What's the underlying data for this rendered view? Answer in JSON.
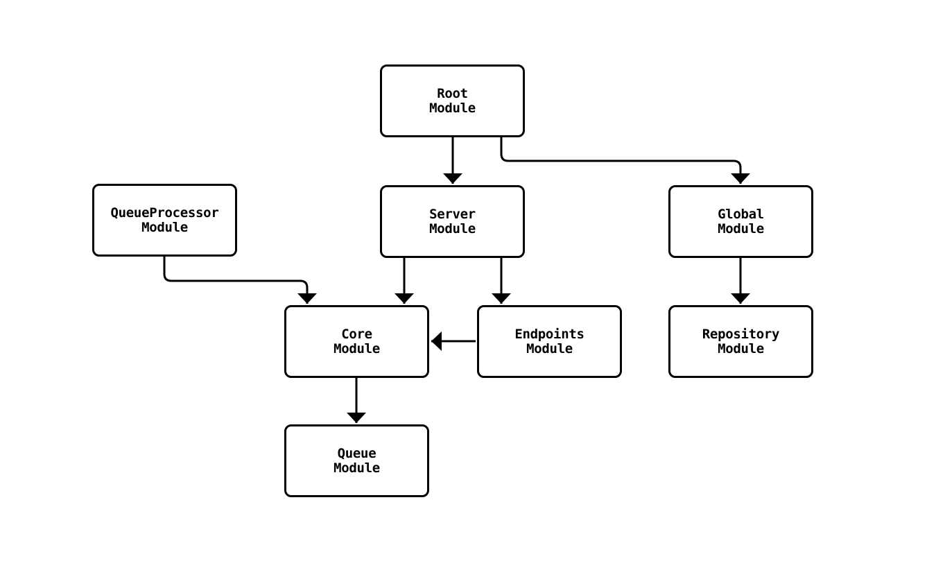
{
  "diagram": {
    "background_color": "#ffffff",
    "node_fill_color": "#ffffff",
    "node_border_color": "#000000",
    "edge_color": "#000000",
    "text_color": "#000000",
    "nodes": {
      "root": {
        "label": "Root\nModule"
      },
      "queue_processor": {
        "label": "QueueProcessor\nModule"
      },
      "server": {
        "label": "Server\nModule"
      },
      "global": {
        "label": "Global\nModule"
      },
      "core": {
        "label": "Core\nModule"
      },
      "endpoints": {
        "label": "Endpoints\nModule"
      },
      "repository": {
        "label": "Repository\nModule"
      },
      "queue": {
        "label": "Queue\nModule"
      }
    },
    "edges": [
      {
        "from": "Root Module",
        "to": "Server Module",
        "type": "arrow"
      },
      {
        "from": "Root Module",
        "to": "Global Module",
        "type": "arrow"
      },
      {
        "from": "QueueProcessor Module",
        "to": "Core Module",
        "type": "arrow"
      },
      {
        "from": "Server Module",
        "to": "Core Module",
        "type": "arrow"
      },
      {
        "from": "Server Module",
        "to": "Endpoints Module",
        "type": "arrow"
      },
      {
        "from": "Endpoints Module",
        "to": "Core Module",
        "type": "arrow"
      },
      {
        "from": "Global Module",
        "to": "Repository Module",
        "type": "arrow"
      },
      {
        "from": "Core Module",
        "to": "Queue Module",
        "type": "arrow"
      }
    ]
  }
}
